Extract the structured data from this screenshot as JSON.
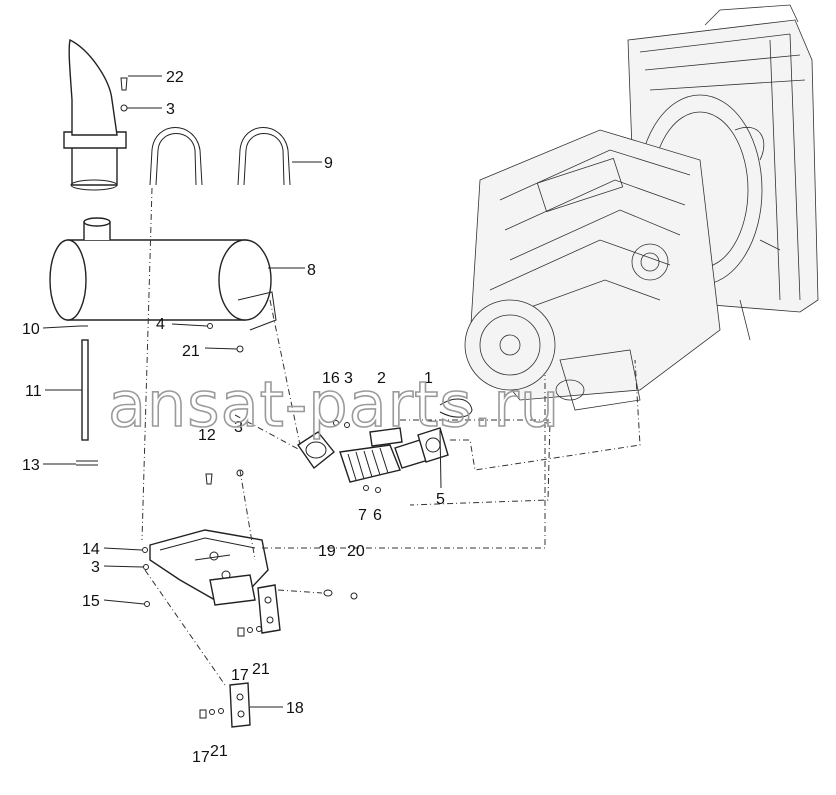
{
  "callouts": [
    {
      "id": "c1",
      "label": "1"
    },
    {
      "id": "c2",
      "label": "2"
    },
    {
      "id": "c3a",
      "label": "3"
    },
    {
      "id": "c3b",
      "label": "3"
    },
    {
      "id": "c3c",
      "label": "3"
    },
    {
      "id": "c3d",
      "label": "3"
    },
    {
      "id": "c4",
      "label": "4"
    },
    {
      "id": "c5",
      "label": "5"
    },
    {
      "id": "c6",
      "label": "6"
    },
    {
      "id": "c7",
      "label": "7"
    },
    {
      "id": "c8",
      "label": "8"
    },
    {
      "id": "c9",
      "label": "9"
    },
    {
      "id": "c10",
      "label": "10"
    },
    {
      "id": "c11",
      "label": "11"
    },
    {
      "id": "c12",
      "label": "12"
    },
    {
      "id": "c13",
      "label": "13"
    },
    {
      "id": "c14",
      "label": "14"
    },
    {
      "id": "c15",
      "label": "15"
    },
    {
      "id": "c16",
      "label": "16"
    },
    {
      "id": "c17a",
      "label": "17"
    },
    {
      "id": "c17b",
      "label": "17"
    },
    {
      "id": "c18",
      "label": "18"
    },
    {
      "id": "c19",
      "label": "19"
    },
    {
      "id": "c20",
      "label": "20"
    },
    {
      "id": "c21a",
      "label": "21"
    },
    {
      "id": "c21b",
      "label": "21"
    },
    {
      "id": "c21c",
      "label": "21"
    },
    {
      "id": "c22",
      "label": "22"
    }
  ],
  "watermark": "ansat-parts.ru"
}
